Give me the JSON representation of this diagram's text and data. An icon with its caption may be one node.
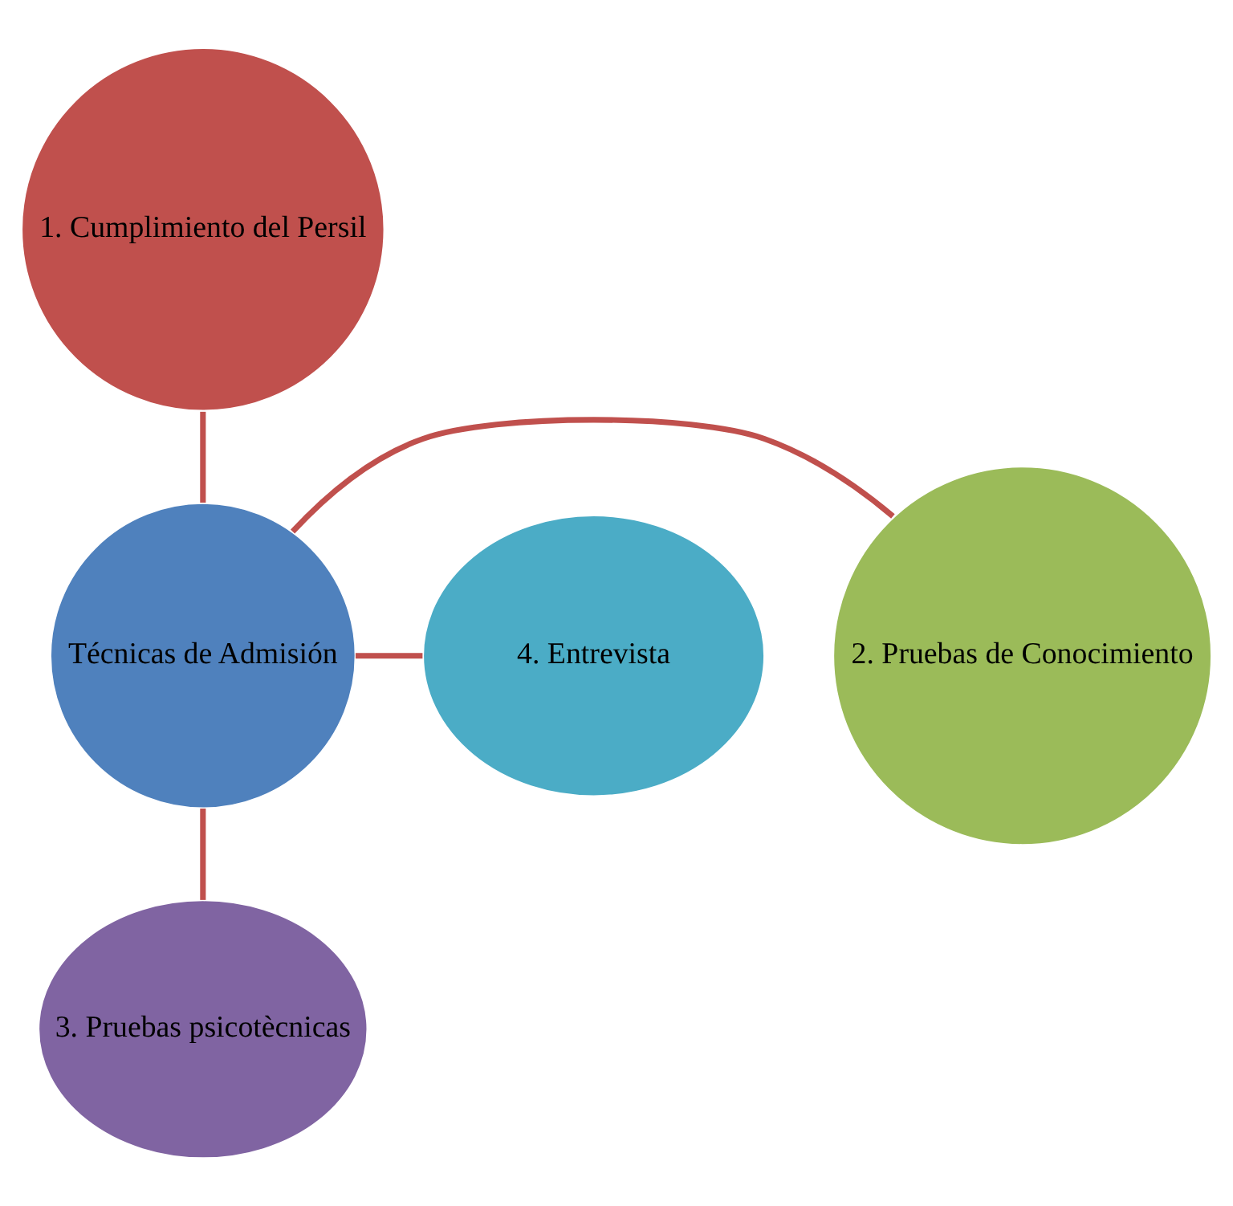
{
  "diagram": {
    "nodes": [
      {
        "text": [
          "Técnicas de Admisión"
        ]
      },
      {
        "text": [
          "1. Cumplimiento del Persil"
        ]
      },
      {
        "text": [
          "2. Pruebas de Conocimiento"
        ]
      },
      {
        "text": [
          "3. Pruebas psicotècnicas"
        ]
      },
      {
        "text": [
          "4. Entrevista"
        ]
      }
    ],
    "edges": [
      {
        "from": 0,
        "to": 1,
        "arrow": "none"
      },
      {
        "from": 0,
        "to": 2,
        "arrow": "none"
      },
      {
        "from": 0,
        "to": 3,
        "arrow": "none"
      },
      {
        "from": 0,
        "to": 4,
        "arrow": "none"
      }
    ]
  }
}
